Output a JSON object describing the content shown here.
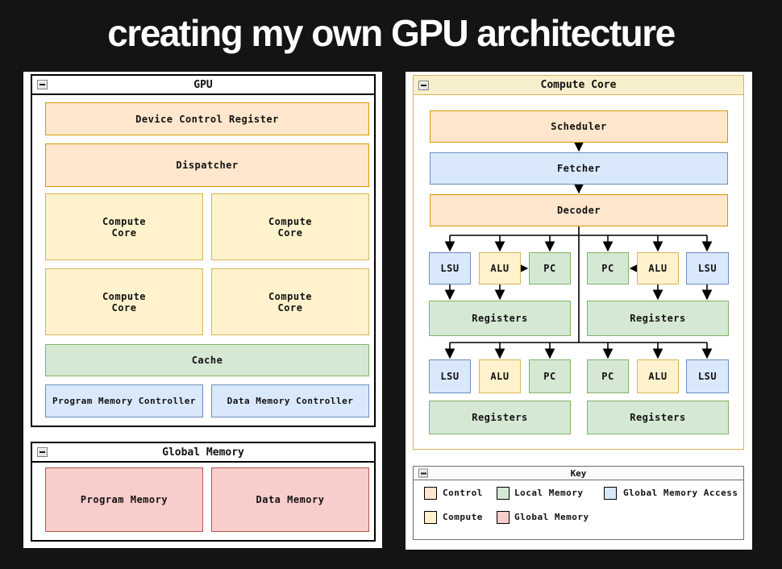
{
  "page": {
    "title": "creating my own GPU architecture",
    "background": "#141414"
  },
  "palette": {
    "control_fill": "#FFE6CC",
    "control_stroke": "#D79B00",
    "compute_fill": "#FFF2CC",
    "compute_stroke": "#D6B656",
    "local_memory_fill": "#D5E8D4",
    "local_memory_stroke": "#82B366",
    "global_memory_access_fill": "#DAE8FC",
    "global_memory_access_stroke": "#6C8EBF",
    "global_memory_fill": "#F8CECC",
    "global_memory_stroke": "#B85450"
  },
  "gpu_window": {
    "title": "GPU",
    "device_control_register": "Device Control Register",
    "dispatcher": "Dispatcher",
    "compute_core": "Compute\nCore",
    "cache": "Cache",
    "program_memory_controller": "Program Memory Controller",
    "data_memory_controller": "Data Memory Controller"
  },
  "global_memory_window": {
    "title": "Global Memory",
    "program_memory": "Program Memory",
    "data_memory": "Data Memory"
  },
  "compute_core_window": {
    "title": "Compute Core",
    "scheduler": "Scheduler",
    "fetcher": "Fetcher",
    "decoder": "Decoder",
    "lsu": "LSU",
    "alu": "ALU",
    "pc": "PC",
    "registers": "Registers"
  },
  "key_window": {
    "title": "Key",
    "items": [
      {
        "label": "Control"
      },
      {
        "label": "Local Memory"
      },
      {
        "label": "Global Memory Access"
      },
      {
        "label": "Compute"
      },
      {
        "label": "Global Memory"
      }
    ]
  }
}
